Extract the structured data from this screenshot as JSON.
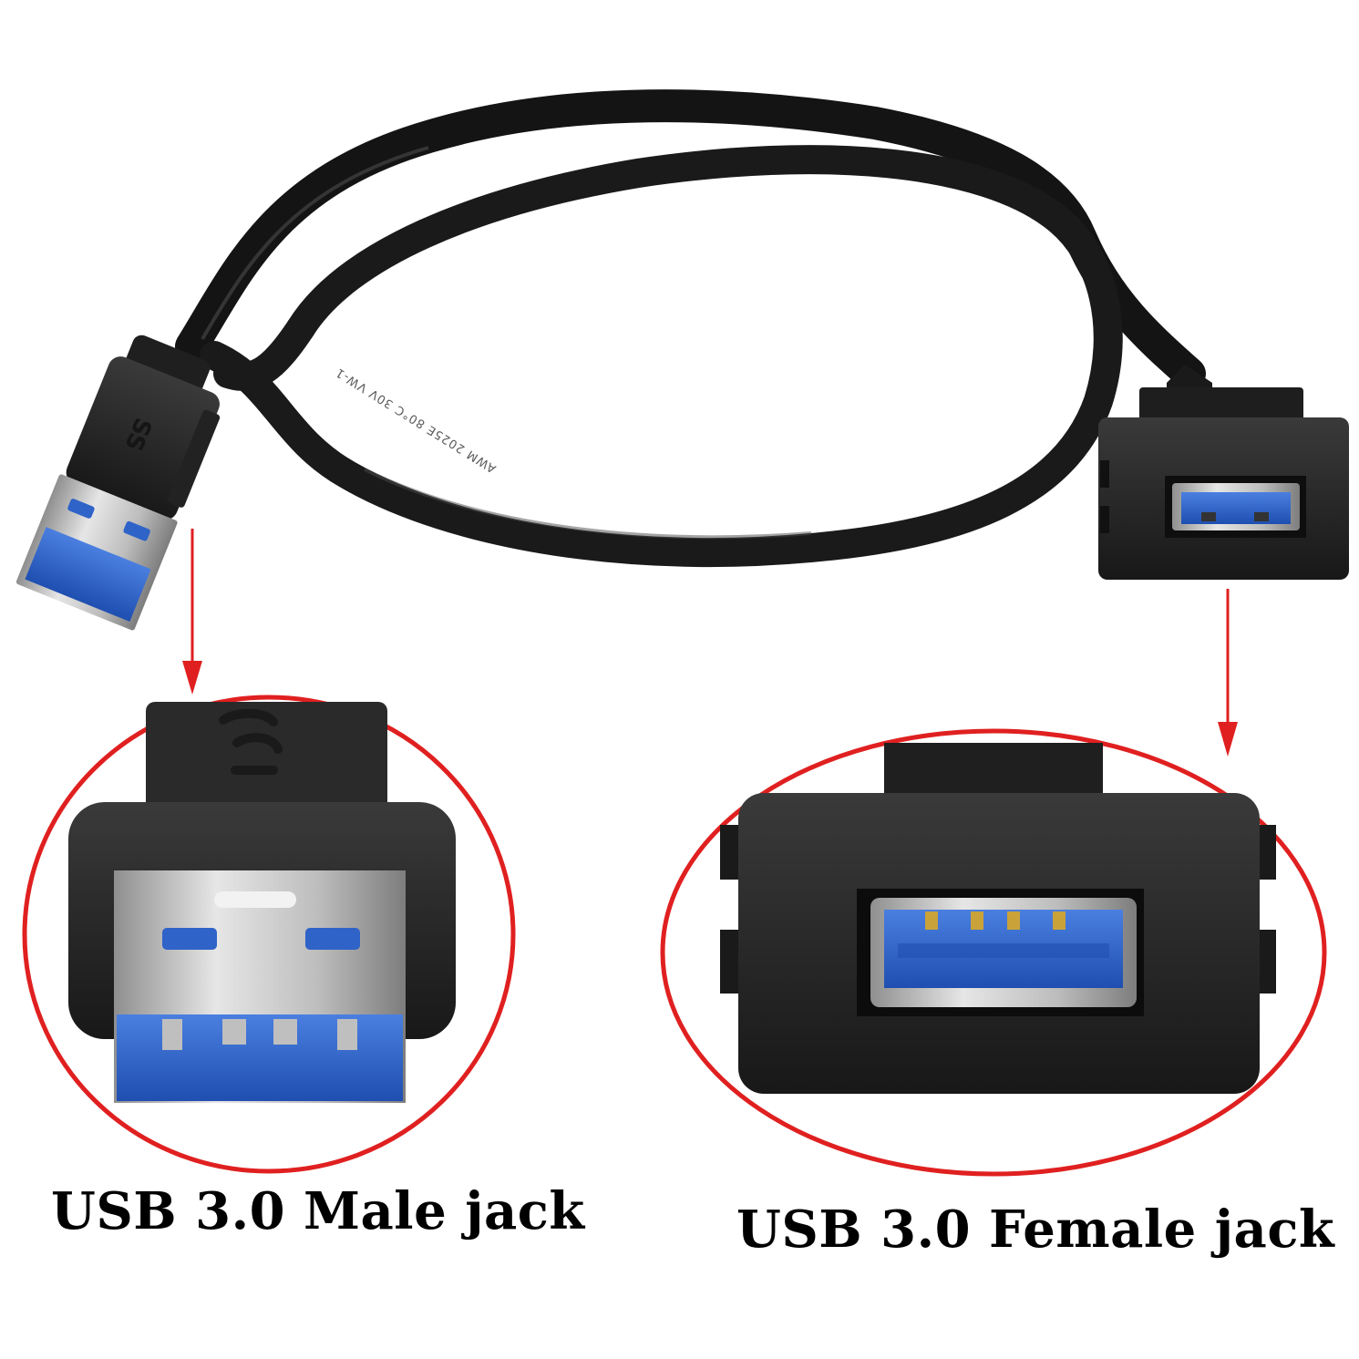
{
  "captions": {
    "male": "USB 3.0 Male jack",
    "female": "USB 3.0 Female jack"
  },
  "cable_print": "AWM 2025E 80°C 30V VW-1",
  "colors": {
    "background": "#ffffff",
    "cable": "#1c1c1c",
    "connector_body": "#262626",
    "usb3_blue": "#2f63c8",
    "metal": "#c9c9c9",
    "callout_red": "#e02020"
  },
  "icons": [
    "ss-usb-logo-icon",
    "arrow-down-icon"
  ]
}
